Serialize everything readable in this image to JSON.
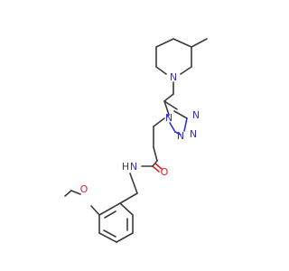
{
  "colors": {
    "background": "#ffffff",
    "bond": "#3a3a3a",
    "nitrogen": "#2f2fd8",
    "oxygen": "#e02020"
  },
  "atoms": {
    "pip_n": "N",
    "tz_n1": "N",
    "tz_n2": "N",
    "tz_n3": "N",
    "tz_n4": "N",
    "carbonyl_o": "O",
    "amide_n": "N",
    "amide_h": "H",
    "methoxy_o": "O"
  }
}
